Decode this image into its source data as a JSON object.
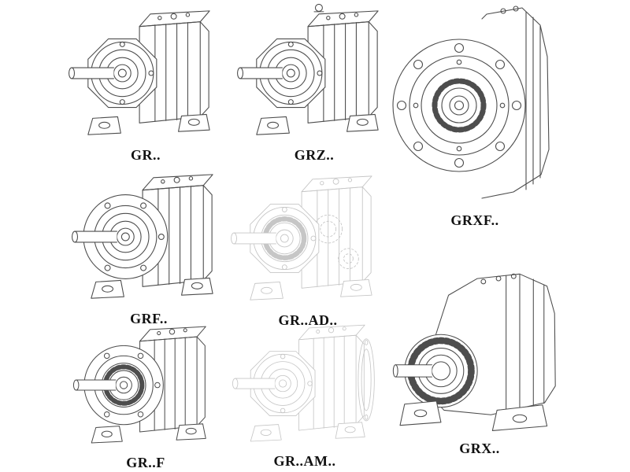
{
  "colors": {
    "background": "#ffffff",
    "line": "#4d4d4d",
    "line_light": "#c6c6c6",
    "label": "#111111"
  },
  "models": [
    {
      "id": "gr",
      "label": "GR..",
      "render": "solid"
    },
    {
      "id": "grz",
      "label": "GRZ..",
      "render": "solid"
    },
    {
      "id": "grxf",
      "label": "GRXF..",
      "render": "solid"
    },
    {
      "id": "grf",
      "label": "GRF..",
      "render": "solid"
    },
    {
      "id": "gr-ad",
      "label": "GR..AD..",
      "render": "ghost"
    },
    {
      "id": "gr-f",
      "label": "GR..F",
      "render": "solid"
    },
    {
      "id": "gr-am",
      "label": "GR..AM..",
      "render": "ghost"
    },
    {
      "id": "grx",
      "label": "GRX..",
      "render": "solid"
    }
  ]
}
